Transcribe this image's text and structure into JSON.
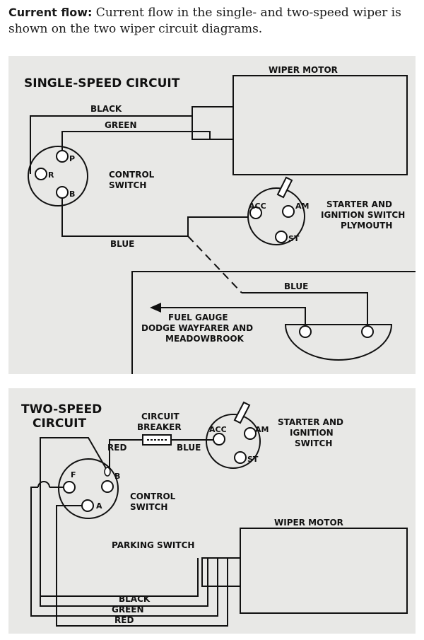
{
  "caption": {
    "lead": "Current flow:",
    "text": " Current flow in the single- and two-speed wiper is shown on the two wiper circuit diagrams."
  },
  "single_speed": {
    "title": "SINGLE-SPEED CIRCUIT",
    "wiper_motor": "WIPER MOTOR",
    "wire_black": "BLACK",
    "wire_green": "GREEN",
    "wire_blue_1": "BLUE",
    "wire_blue_2": "BLUE",
    "control_switch": [
      "CONTROL",
      "SWITCH"
    ],
    "terminals": [
      "P",
      "R",
      "B"
    ],
    "ignition_terminals": [
      "ACC",
      "AM",
      "ST"
    ],
    "ignition_label": [
      "STARTER AND",
      "IGNITION SWITCH",
      "PLYMOUTH"
    ],
    "fuel_gauge_label": [
      "FUEL GAUGE",
      "DODGE WAYFARER AND",
      "MEADOWBROOK"
    ]
  },
  "two_speed": {
    "title": [
      "TWO-SPEED",
      "CIRCUIT"
    ],
    "circuit_breaker": [
      "CIRCUIT",
      "BREAKER"
    ],
    "wire_red": "RED",
    "wire_blue": "BLUE",
    "ignition_terminals": [
      "ACC",
      "AM",
      "ST"
    ],
    "ignition_label": [
      "STARTER AND",
      "IGNITION",
      "SWITCH"
    ],
    "terminals": [
      "F",
      "B",
      "A"
    ],
    "control_switch": [
      "CONTROL",
      "SWITCH"
    ],
    "wiper_motor": "WIPER MOTOR",
    "parking_switch": "PARKING SWITCH",
    "bottom_wires": [
      "BLACK",
      "GREEN",
      "RED"
    ]
  }
}
